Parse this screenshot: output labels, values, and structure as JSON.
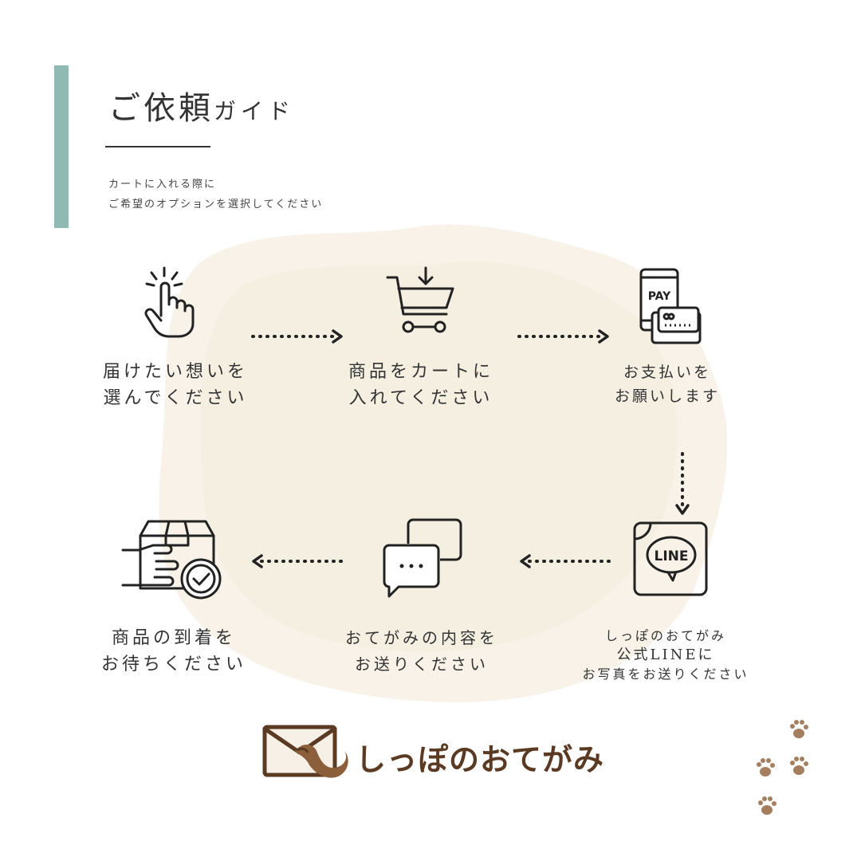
{
  "header": {
    "title_main": "ご依頼",
    "title_sub": "ガイド",
    "subtitle_line1": "カートに入れる際に",
    "subtitle_line2": "ご希望のオプションを選択してください"
  },
  "steps": [
    {
      "icon": "tap-hand-icon",
      "line1": "届けたい想いを",
      "line2": "選んでください"
    },
    {
      "icon": "shopping-cart-icon",
      "line1": "商品をカートに",
      "line2": "入れてください"
    },
    {
      "icon": "payment-icon",
      "icon_text": "PAY",
      "line1": "お支払いを",
      "line2": "お願いします"
    },
    {
      "icon": "line-app-icon",
      "icon_text": "LINE",
      "line1": "しっぽのおてがみ",
      "line2": "公式LINEに",
      "line3": "お写真をお送りください"
    },
    {
      "icon": "chat-bubbles-icon",
      "line1": "おてがみの内容を",
      "line2": "お送りください"
    },
    {
      "icon": "delivery-box-check-icon",
      "line1": "商品の到着を",
      "line2": "お待ちください"
    }
  ],
  "logo": {
    "text": "しっぽのおてがみ"
  },
  "colors": {
    "accent": "#8fbab3",
    "logo_brown": "#5a3a22",
    "paw_brown": "#a47e5f"
  }
}
